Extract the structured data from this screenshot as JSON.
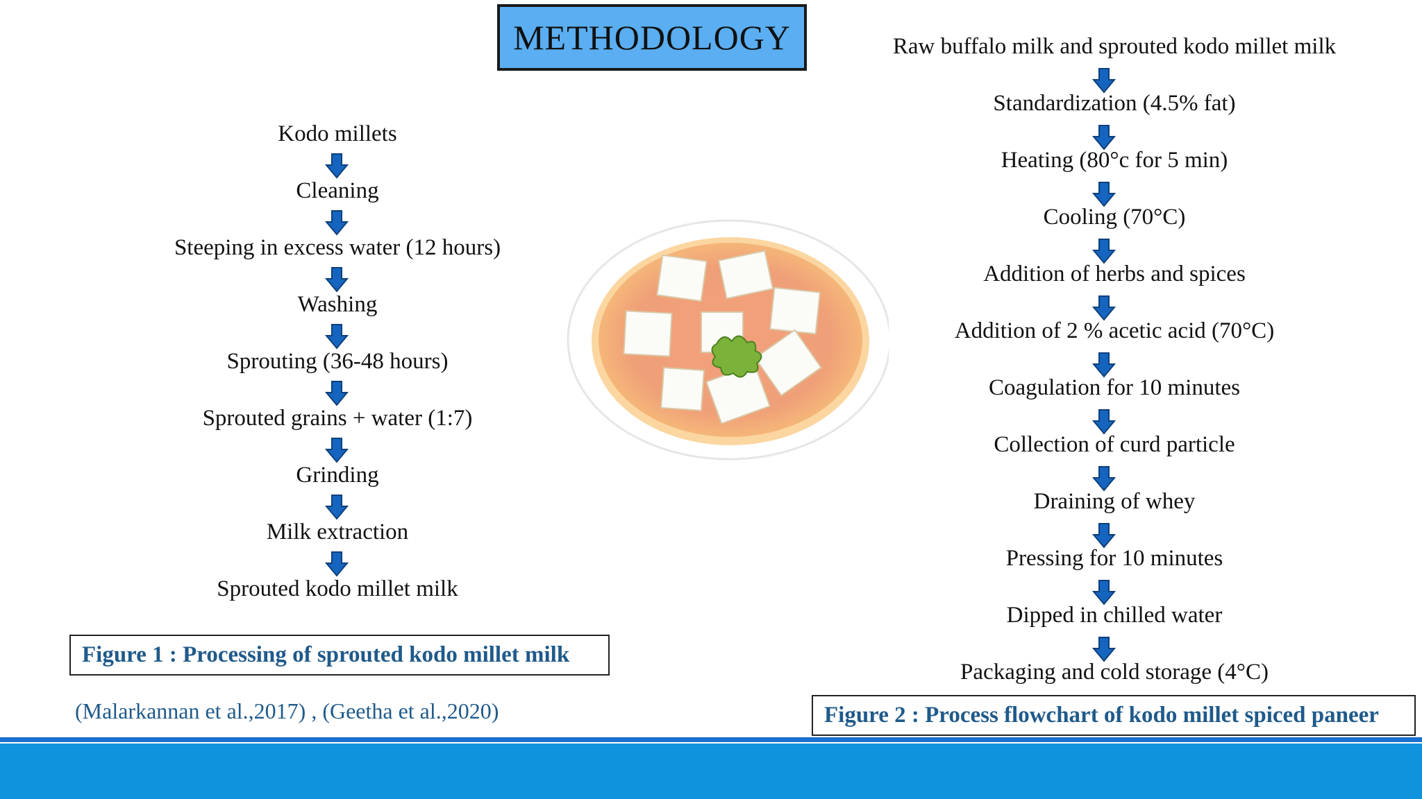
{
  "title": "METHODOLOGY",
  "flowchart_left": {
    "steps": [
      "Kodo millets",
      "Cleaning",
      "Steeping in excess water (12 hours)",
      "Washing",
      "Sprouting (36-48 hours)",
      "Sprouted grains + water (1:7)",
      "Grinding",
      "Milk extraction",
      "Sprouted kodo millet milk"
    ],
    "caption": "Figure 1 : Processing of sprouted kodo millet milk",
    "references": "(Malarkannan et al.,2017) , (Geetha et al.,2020)"
  },
  "flowchart_right": {
    "steps": [
      "Raw buffalo milk and sprouted kodo millet milk",
      "Standardization (4.5% fat)",
      "Heating (80°c for 5 min)",
      "Cooling (70°C)",
      "Addition of herbs and spices",
      "Addition of 2 % acetic acid (70°C)",
      "Coagulation for 10 minutes",
      "Collection of curd particle",
      "Draining of whey",
      "Pressing for 10 minutes",
      "Dipped in chilled water",
      "Packaging and cold storage (4°C)"
    ],
    "caption": "Figure 2 : Process flowchart of kodo millet  spiced paneer"
  },
  "colors": {
    "title_bg": "#5aaef1",
    "arrow": "#1565c0",
    "caption_text": "#1f5a8a",
    "footer": "#0f93dc"
  },
  "icons": {
    "illustration": "paneer-curry-bowl-icon",
    "arrow": "arrow-down-icon"
  }
}
